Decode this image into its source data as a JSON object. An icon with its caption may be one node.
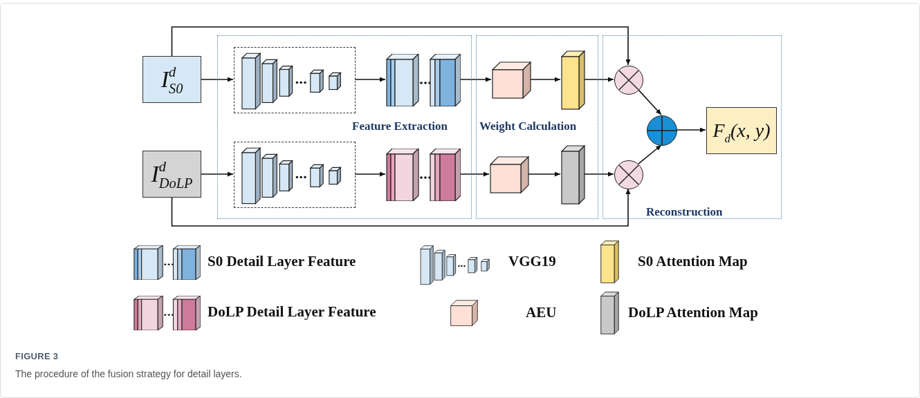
{
  "diagram": {
    "title": "FIGURE 3",
    "caption": "The procedure of the fusion strategy for detail layers.",
    "nodes": [
      {
        "text": [
          "Feature Extraction"
        ]
      },
      {
        "text": [
          "Weight Calculation"
        ]
      },
      {
        "text": [
          "Reconstruction"
        ]
      },
      {
        "text": [
          "I$^{d}$$_{S0}$"
        ]
      },
      {
        "text": [
          "I$^{d}$$_{DoLP}$"
        ]
      },
      {
        "text": [],
        "shape": "box",
        "in": 0
      },
      {
        "text": [],
        "shape": "box",
        "in": 0
      },
      {
        "text": [],
        "shape": "box",
        "in": 0
      },
      {
        "text": [],
        "shape": "box",
        "in": 0
      },
      {
        "text": [],
        "shape": "box",
        "in": 1
      },
      {
        "text": [],
        "shape": "box",
        "in": 1
      },
      {
        "text": [],
        "shape": "box",
        "in": 1
      },
      {
        "text": [],
        "shape": "box",
        "in": 1
      },
      {
        "text": [],
        "shape": "circle",
        "in": 2
      },
      {
        "text": [],
        "shape": "circle",
        "in": 2
      },
      {
        "text": [],
        "shape": "circle",
        "in": 2
      },
      {
        "text": [
          "F$_{d}$(x, y)"
        ],
        "in": 2
      }
    ],
    "edges": [
      {
        "from": 3,
        "to": 5,
        "arrow": "to"
      },
      {
        "from": 5,
        "to": 6,
        "arrow": "to"
      },
      {
        "from": 6,
        "to": 9,
        "arrow": "to"
      },
      {
        "from": 9,
        "to": 10,
        "arrow": "to"
      },
      {
        "from": 10,
        "to": 13,
        "arrow": "to"
      },
      {
        "from": 3,
        "to": 13,
        "arrow": "to"
      },
      {
        "from": 4,
        "to": 7,
        "arrow": "to"
      },
      {
        "from": 7,
        "to": 8,
        "arrow": "to"
      },
      {
        "from": 8,
        "to": 11,
        "arrow": "to"
      },
      {
        "from": 11,
        "to": 12,
        "arrow": "to"
      },
      {
        "from": 12,
        "to": 14,
        "arrow": "to"
      },
      {
        "from": 4,
        "to": 14,
        "arrow": "to"
      },
      {
        "from": 13,
        "to": 15,
        "arrow": "to"
      },
      {
        "from": 14,
        "to": 15,
        "arrow": "to"
      },
      {
        "from": 15,
        "to": 16,
        "arrow": "to"
      }
    ],
    "legend": [
      {
        "text": "S0 Detail Layer Feature"
      },
      {
        "text": "DoLP Detail Layer Feature"
      },
      {
        "text": "VGG19"
      },
      {
        "text": "AEU"
      },
      {
        "text": "S0 Attention Map"
      },
      {
        "text": "DoLP Attention Map"
      }
    ]
  }
}
